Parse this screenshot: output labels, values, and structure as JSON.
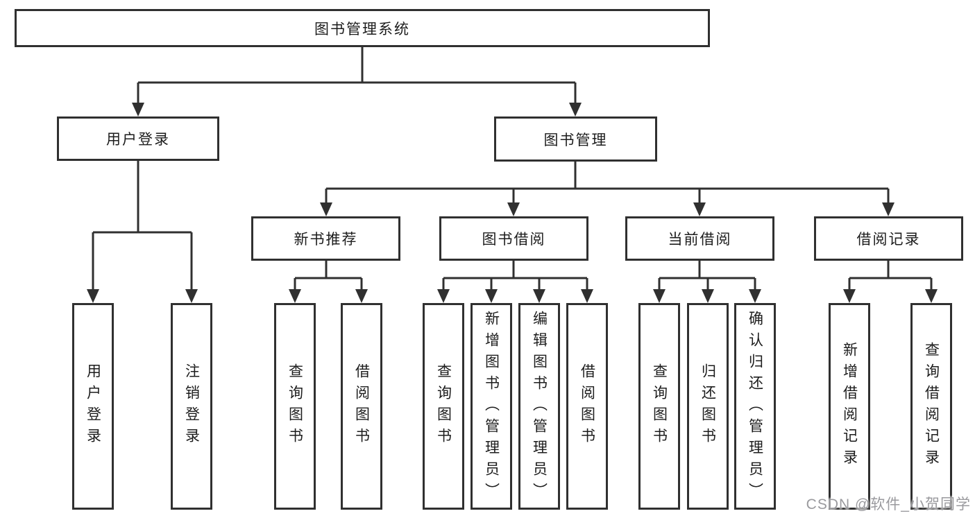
{
  "diagram": {
    "root": {
      "label": "图书管理系统"
    },
    "branches": [
      {
        "label": "用户登录",
        "children": [
          {
            "label": "用户登录"
          },
          {
            "label": "注销登录"
          }
        ]
      },
      {
        "label": "图书管理",
        "children": [
          {
            "label": "新书推荐",
            "children": [
              {
                "label": "查询图书"
              },
              {
                "label": "借阅图书"
              }
            ]
          },
          {
            "label": "图书借阅",
            "children": [
              {
                "label": "查询图书"
              },
              {
                "label": "新增图书（管理员）"
              },
              {
                "label": "编辑图书（管理员）"
              },
              {
                "label": "借阅图书"
              }
            ]
          },
          {
            "label": "当前借阅",
            "children": [
              {
                "label": "查询图书"
              },
              {
                "label": "归还图书"
              },
              {
                "label": "确认归还（管理员）"
              }
            ]
          },
          {
            "label": "借阅记录",
            "children": [
              {
                "label": "新增借阅记录"
              },
              {
                "label": "查询借阅记录"
              }
            ]
          }
        ]
      }
    ]
  },
  "watermark": {
    "text": "CSDN @软件_小贺同学"
  },
  "colors": {
    "line": "#303030",
    "box_border": "#303030",
    "text": "#1c1c1c",
    "background": "#ffffff",
    "watermark": "#9a9a9e"
  }
}
